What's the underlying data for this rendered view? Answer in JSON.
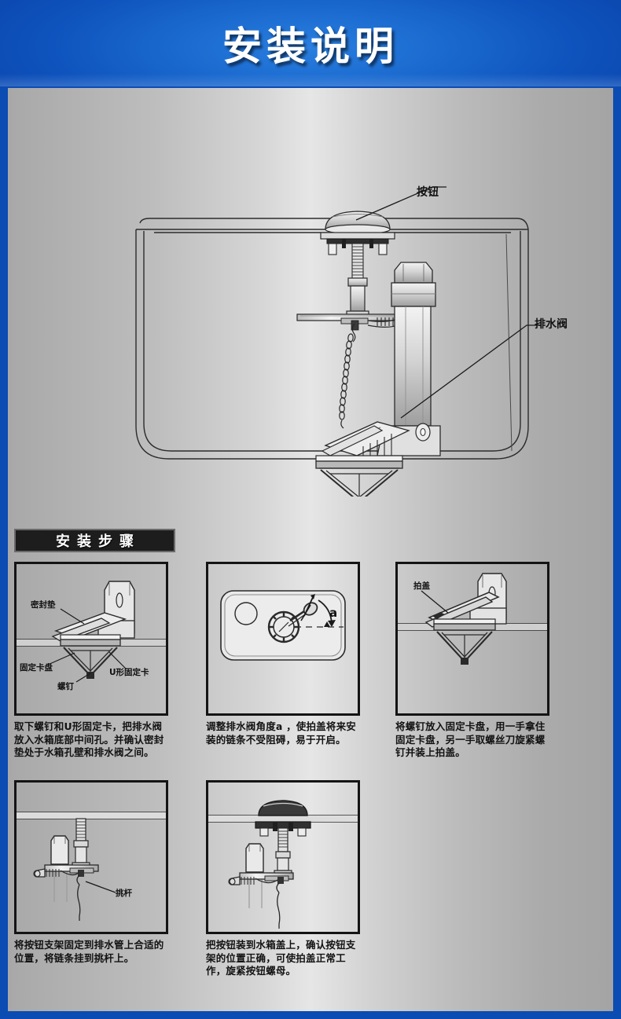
{
  "header": {
    "title": "安装说明"
  },
  "hero": {
    "labels": [
      {
        "id": "button",
        "text": "按钮"
      },
      {
        "id": "drain-valve",
        "text": "排水阀"
      }
    ]
  },
  "section": {
    "steps_title": "安装步骤"
  },
  "steps": [
    {
      "id": "step-1",
      "caption": "取下螺钉和U形固定卡，把排水阀放入水箱底部中间孔。并确认密封垫处于水箱孔壁和排水阀之间。",
      "labels": [
        {
          "id": "seal-gasket",
          "text": "密封垫"
        },
        {
          "id": "fixing-chuck",
          "text": "固定卡盘"
        },
        {
          "id": "screw",
          "text": "螺钉"
        },
        {
          "id": "u-clip",
          "text": "U形固定卡"
        }
      ]
    },
    {
      "id": "step-2",
      "caption": "调整排水阀角度a ，使拍盖将来安装的链条不受阻碍，易于开启。",
      "labels": [
        {
          "id": "angle-a",
          "text": "a"
        }
      ]
    },
    {
      "id": "step-3",
      "caption": "将螺钉放入固定卡盘，用一手拿住固定卡盘，另一手取螺丝刀旋紧螺钉并装上拍盖。",
      "labels": [
        {
          "id": "flap-cover",
          "text": "拍盖"
        }
      ]
    },
    {
      "id": "step-4",
      "caption": "将按钮支架固定到排水管上合适的位置，将链条挂到挑杆上。",
      "labels": [
        {
          "id": "lift-rod",
          "text": "挑杆"
        }
      ]
    },
    {
      "id": "step-5",
      "caption": "把按钮装到水箱盖上，确认按钮支架的位置正确，可使拍盖正常工作，旋紧按钮螺母。",
      "labels": []
    }
  ],
  "colors": {
    "frame_blue": "#0b4cb3",
    "header_blue": "#1866cc",
    "panel_border": "#141414",
    "bar_background": "#1d1d1d",
    "text_dark": "#121212"
  }
}
